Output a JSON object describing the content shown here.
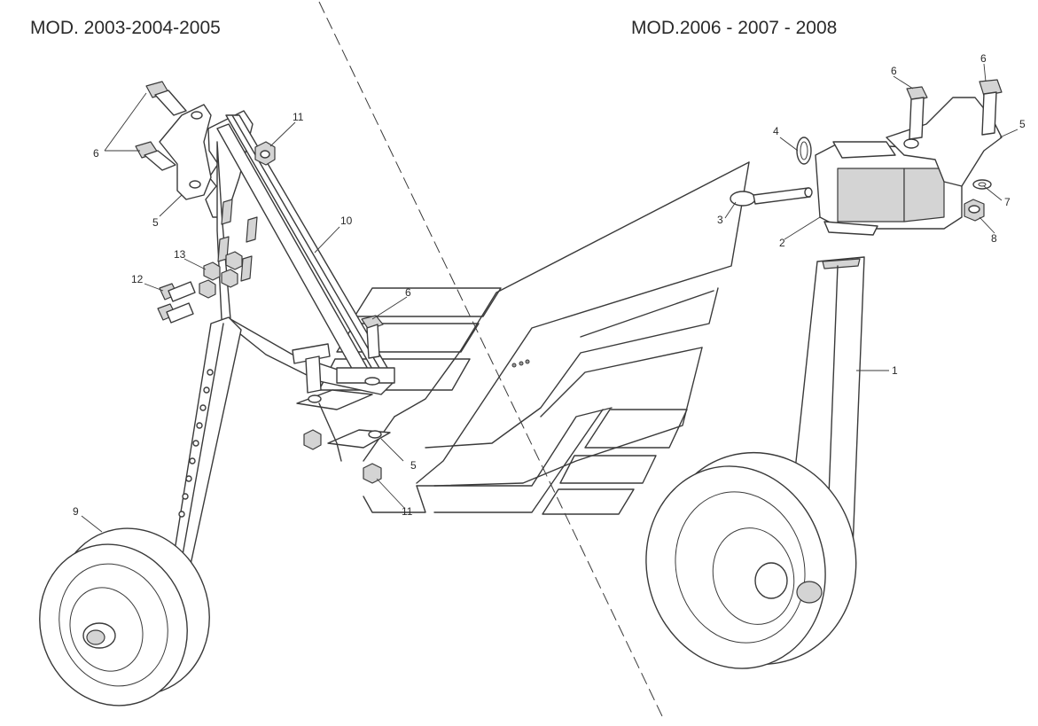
{
  "titles": {
    "left_model": "MOD. 2003-2004-2005",
    "right_model": "MOD.2006 - 2007 - 2008"
  },
  "callouts": {
    "c1": "1",
    "c2": "2",
    "c3": "3",
    "c4": "4",
    "c5_right": "5",
    "c5_left": "5",
    "c5_mid": "5",
    "c6_left": "6",
    "c6_mid": "6",
    "c6_right_a": "6",
    "c6_right_b": "6",
    "c7": "7",
    "c8": "8",
    "c9": "9",
    "c10": "10",
    "c11_top": "11",
    "c11_bottom": "11",
    "c12": "12",
    "c13": "13"
  },
  "colors": {
    "line": "#3a3a3a",
    "shade": "#d4d4d4",
    "background": "#ffffff"
  }
}
